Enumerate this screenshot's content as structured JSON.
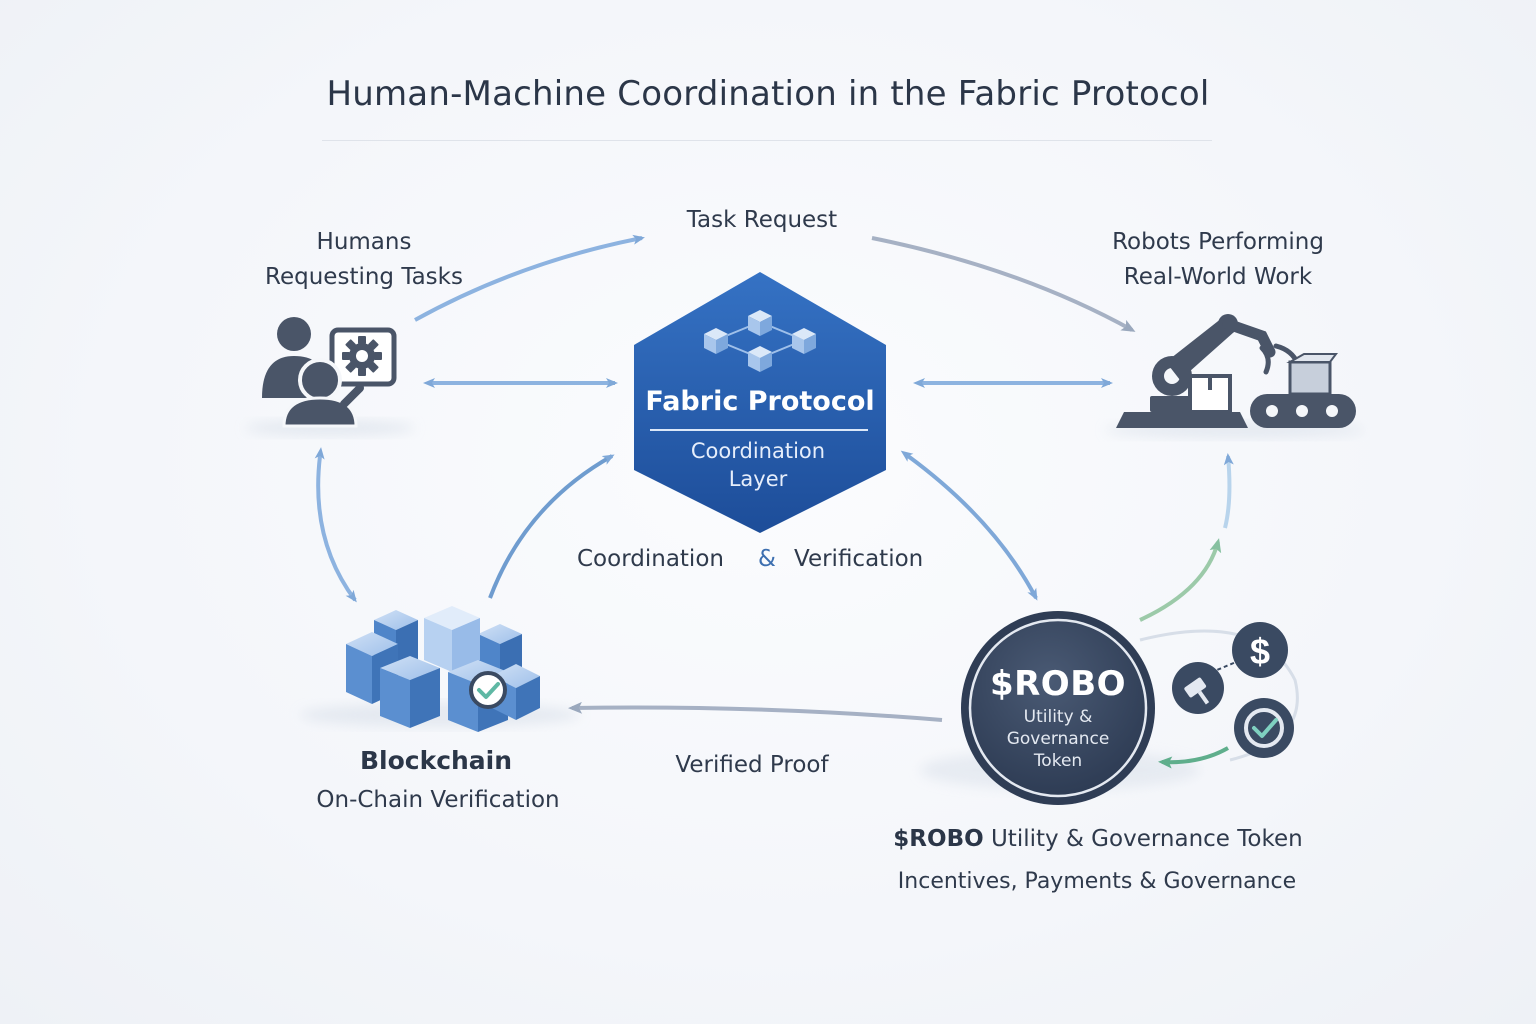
{
  "title": "Human-Machine Coordination in the Fabric Protocol",
  "nodes": {
    "humans": {
      "line1": "Humans",
      "line2": "Requesting Tasks"
    },
    "robots": {
      "line1": "Robots Performing",
      "line2": "Real-World Work"
    },
    "fabric": {
      "title": "Fabric Protocol",
      "sub1": "Coordination",
      "sub2": "Layer"
    },
    "blockchain": {
      "title": "Blockchain",
      "subtitle": "On-Chain Verification"
    },
    "token": {
      "badge": "$ROBO",
      "badge_line1": "Utility &",
      "badge_line2": "Governance",
      "badge_line3": "Token",
      "caption_bold": "$ROBO",
      "caption_rest": " Utility & Governance Token",
      "caption_sub": "Incentives, Payments & Governance"
    }
  },
  "edges": {
    "task_request": "Task Request",
    "coordination": "Coordination",
    "amp": "&",
    "verification": "Verification",
    "verified_proof": "Verified Proof"
  },
  "colors": {
    "hex_top": "#2f6bc0",
    "hex_bottom": "#1e4f9c",
    "token_dark": "#3a4a62",
    "icon_dark": "#4a5568",
    "arrow_blue": "#7fa8d8",
    "arrow_green": "#7fba9a",
    "cube_blue": "#5b8fd0"
  },
  "icons": {
    "humans": "users-gear-icon",
    "robots": "robot-arm-conveyor-icon",
    "blockchain": "cube-cluster-check-icon",
    "token_side": [
      "dollar-icon",
      "gavel-icon",
      "check-circle-icon"
    ]
  }
}
